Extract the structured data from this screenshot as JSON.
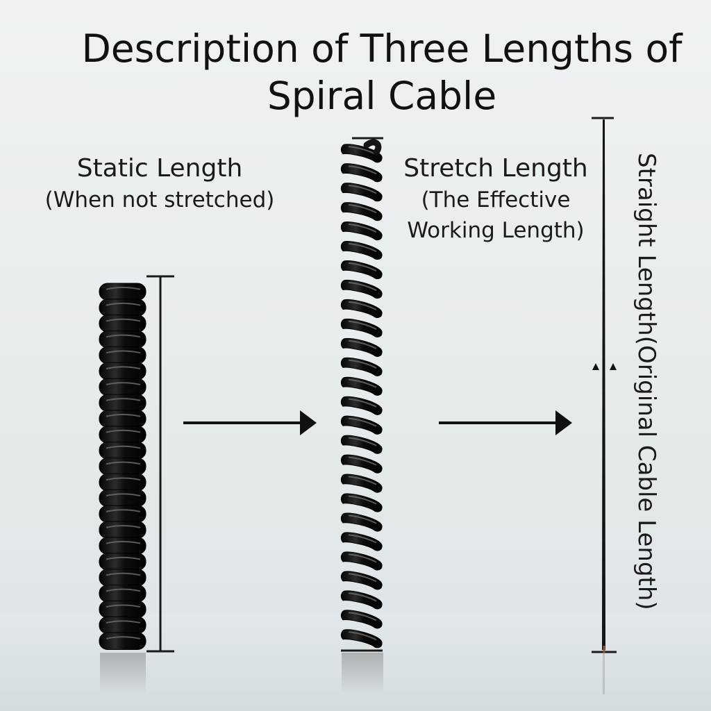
{
  "title": "Description of Three Lengths of Spiral Cable",
  "static": {
    "label": "Static Length",
    "sublabel": "(When not stretched)"
  },
  "stretch": {
    "label": "Stretch Length",
    "sublabel_line1": "(The Effective",
    "sublabel_line2": "Working Length)"
  },
  "straight": {
    "label": "Straight Length(Original Cable Length)"
  },
  "colors": {
    "cable": "#141414",
    "highlight": "#6e6e6e",
    "measure": "#1a1a1a",
    "background": "#e9eef0"
  },
  "icons": [
    "arrow-right-icon",
    "arrow-right-icon",
    "arrow-up-icon"
  ]
}
